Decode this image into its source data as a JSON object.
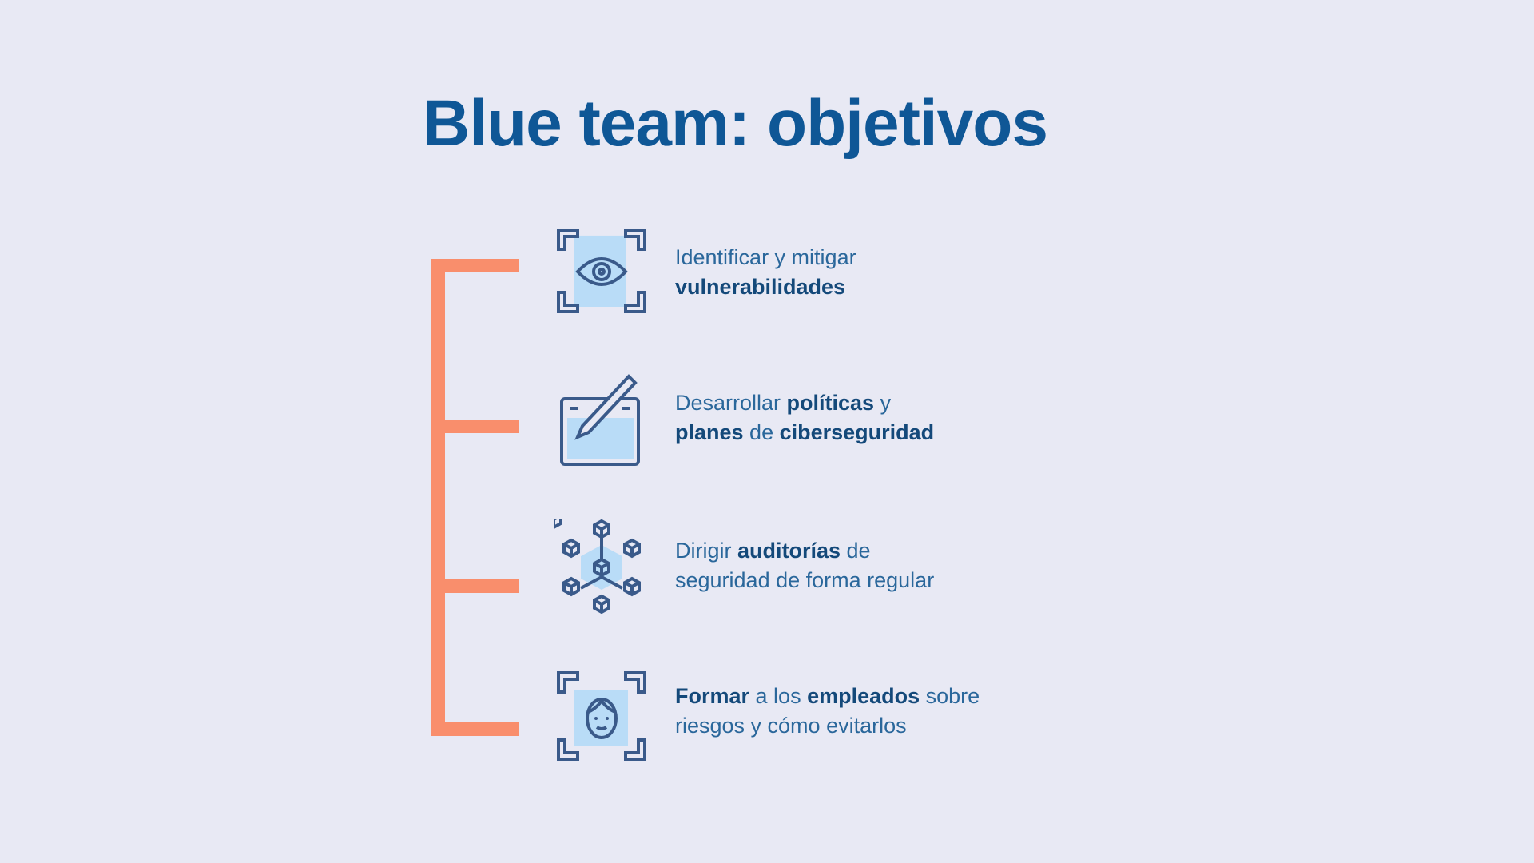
{
  "title": "Blue team: objetivos",
  "colors": {
    "background": "#e8e9f4",
    "title": "#0f5796",
    "bracket": "#f98e6c",
    "icon_stroke": "#3a5a8a",
    "icon_fill": "#b9dcf7"
  },
  "items": [
    {
      "icon": "eye-scan-icon",
      "parts": [
        {
          "t": "Identificar y mitigar",
          "b": false
        },
        {
          "t": "vulnerabilidades",
          "b": true,
          "br": true
        }
      ]
    },
    {
      "icon": "tablet-pen-icon",
      "parts": [
        {
          "t": "Desarrollar ",
          "b": false
        },
        {
          "t": "políticas",
          "b": true
        },
        {
          "t": " y",
          "b": false
        },
        {
          "t": "planes",
          "b": true,
          "br": true
        },
        {
          "t": " de ",
          "b": false
        },
        {
          "t": "ciberseguridad",
          "b": true
        }
      ]
    },
    {
      "icon": "network-cubes-icon",
      "parts": [
        {
          "t": "Dirigir ",
          "b": false
        },
        {
          "t": "auditorías",
          "b": true
        },
        {
          "t": " de",
          "b": false
        },
        {
          "t": "seguridad de forma regular",
          "b": false,
          "br": true
        }
      ]
    },
    {
      "icon": "face-scan-icon",
      "parts": [
        {
          "t": "Formar",
          "b": true
        },
        {
          "t": " a los ",
          "b": false
        },
        {
          "t": "empleados",
          "b": true
        },
        {
          "t": " sobre",
          "b": false
        },
        {
          "t": "riesgos y cómo evitarlos",
          "b": false,
          "br": true
        }
      ]
    }
  ]
}
